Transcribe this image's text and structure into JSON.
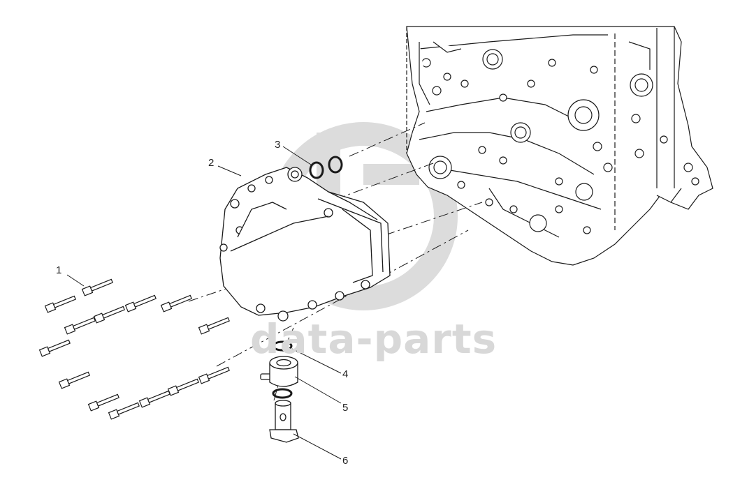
{
  "watermark": {
    "text": "data-parts",
    "color": "#d6d6d6"
  },
  "callouts": [
    {
      "id": "1",
      "label": "1"
    },
    {
      "id": "2",
      "label": "2"
    },
    {
      "id": "3",
      "label": "3"
    },
    {
      "id": "4",
      "label": "4"
    },
    {
      "id": "5",
      "label": "5"
    },
    {
      "id": "6",
      "label": "6"
    }
  ],
  "colors": {
    "line": "#1a1a1a",
    "fill": "#ffffff",
    "watermark": "#d6d6d6"
  }
}
